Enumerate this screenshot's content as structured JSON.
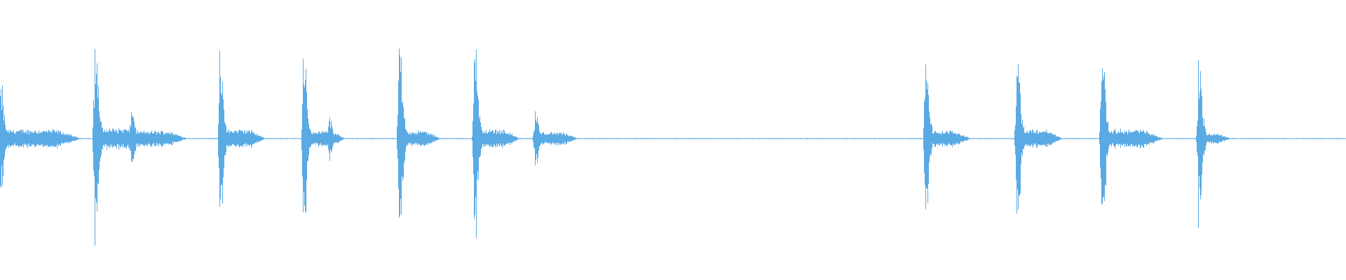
{
  "waveform": {
    "color": "#5aaae4",
    "background": "#ffffff",
    "channels": 1,
    "transients": [
      {
        "time": 0.0,
        "peak": 0.42,
        "tail": 0.07,
        "decay": 0.056
      },
      {
        "time": 0.07,
        "peak": 0.88,
        "tail": 0.08,
        "decay": 0.032
      },
      {
        "time": 0.097,
        "peak": 0.29,
        "tail": 0.06,
        "decay": 0.038
      },
      {
        "time": 0.163,
        "peak": 0.67,
        "tail": 0.07,
        "decay": 0.03
      },
      {
        "time": 0.225,
        "peak": 0.69,
        "tail": 0.06,
        "decay": 0.027
      },
      {
        "time": 0.244,
        "peak": 0.2,
        "tail": 0.04,
        "decay": 0.008
      },
      {
        "time": 0.296,
        "peak": 0.83,
        "tail": 0.06,
        "decay": 0.027
      },
      {
        "time": 0.352,
        "peak": 0.79,
        "tail": 0.07,
        "decay": 0.03
      },
      {
        "time": 0.397,
        "peak": 0.24,
        "tail": 0.05,
        "decay": 0.028
      },
      {
        "time": 0.687,
        "peak": 0.7,
        "tail": 0.06,
        "decay": 0.03
      },
      {
        "time": 0.755,
        "peak": 0.81,
        "tail": 0.07,
        "decay": 0.03
      },
      {
        "time": 0.818,
        "peak": 0.86,
        "tail": 0.07,
        "decay": 0.042
      },
      {
        "time": 0.89,
        "peak": 0.64,
        "tail": 0.04,
        "decay": 0.02
      }
    ]
  }
}
